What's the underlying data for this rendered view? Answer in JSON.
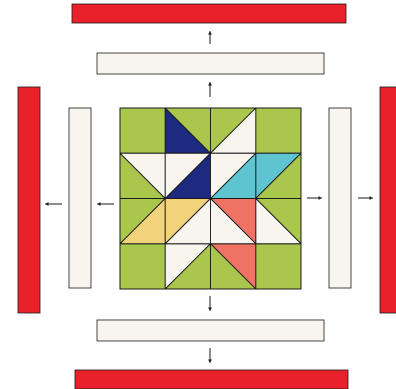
{
  "diagram": {
    "colors": {
      "green": "#a9c64d",
      "navy": "#1e2a80",
      "teal": "#5ec4cf",
      "yellow": "#f2d27a",
      "coral": "#f07265",
      "cream": "#f8f5ee",
      "red": "#e8212b",
      "outline": "#1a1a1a"
    },
    "arrow_directions": [
      "up",
      "up",
      "left",
      "left",
      "right",
      "right",
      "down",
      "down"
    ],
    "icons": [
      "arrow-up-icon",
      "arrow-down-icon",
      "arrow-left-icon",
      "arrow-right-icon"
    ]
  }
}
